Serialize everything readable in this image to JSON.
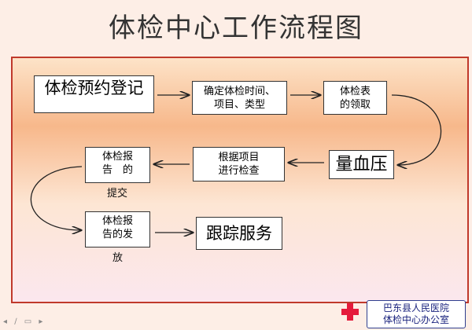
{
  "title": "体检中心工作流程图",
  "steps": {
    "s1": "体检预约登记",
    "s2_l1": "确定体检时间、",
    "s2_l2": "项目、类型",
    "s3_l1": "体检表",
    "s3_l2": "的领取",
    "s4": "量血压",
    "s5_l1": "根据项目",
    "s5_l2": "进行检查",
    "s6_l1": "体检报",
    "s6_l2": "告　的",
    "s6_l3": "提交",
    "s7_l1": "体检报",
    "s7_l2": "告的发",
    "s7_l3": "放",
    "s8": "跟踪服务"
  },
  "footer": {
    "org_line1": "巴东县人民医院",
    "org_line2": "体检中心办公室",
    "nav": "◂ ∕ ▭ ▸"
  },
  "colors": {
    "frame": "#c0392b",
    "cross": "#e51b3c",
    "logo_text": "#1a237e"
  }
}
